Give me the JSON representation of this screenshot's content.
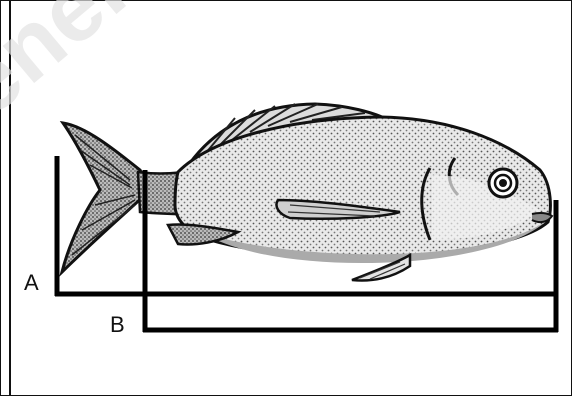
{
  "diagram": {
    "subject": "fish-illustration",
    "labels": {
      "a": "A",
      "b": "B"
    },
    "watermark": "ener",
    "colors": {
      "ink": "#111111",
      "bar": "#000000",
      "fill_light": "#e6e6e6",
      "fill_mid": "#bdbdbd",
      "watermark": "#d9d9d9"
    }
  }
}
